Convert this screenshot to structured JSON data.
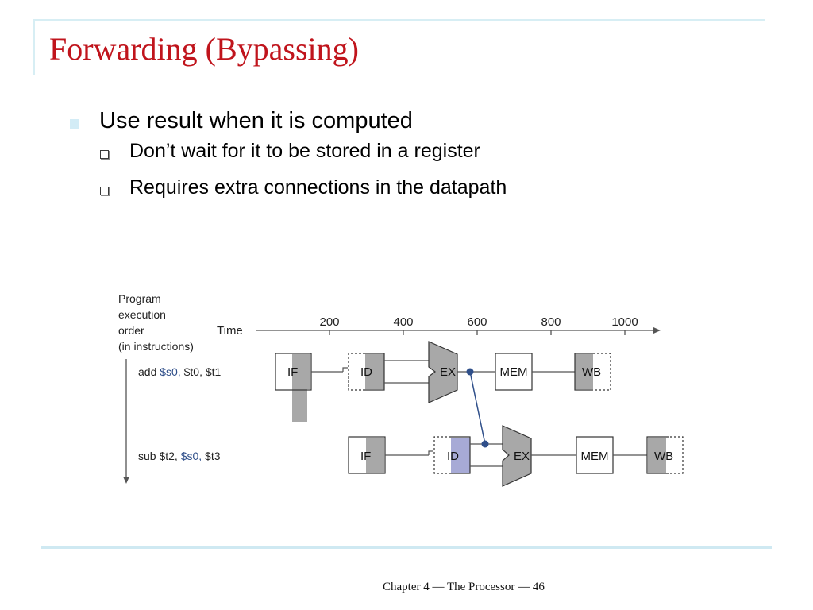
{
  "slide": {
    "title": "Forwarding (Bypassing)",
    "bullets": [
      {
        "text": "Use result when it is computed",
        "sub": [
          "Don’t wait for it to be stored in a register",
          "Requires extra connections in the datapath"
        ]
      }
    ],
    "footer": "Chapter 4 — The Processor — 46"
  },
  "diagram": {
    "program_order_label": [
      "Program",
      "execution",
      "order",
      "(in instructions)"
    ],
    "time_label": "Time",
    "time_ticks": [
      "200",
      "400",
      "600",
      "800",
      "1000"
    ],
    "instructions": [
      {
        "parts": [
          "add ",
          "$s0,",
          " $t0, $t1"
        ],
        "stages": [
          "IF",
          "ID",
          "EX",
          "MEM",
          "WB"
        ]
      },
      {
        "parts": [
          "sub $t2, ",
          "$s0,",
          " $t3"
        ],
        "stages": [
          "IF",
          "ID",
          "EX",
          "MEM",
          "WB"
        ]
      }
    ],
    "colors": {
      "highlight": "#2f4f8a",
      "stage_fill": "#a8a8a8",
      "forward_fill": "#a7aad6"
    }
  }
}
